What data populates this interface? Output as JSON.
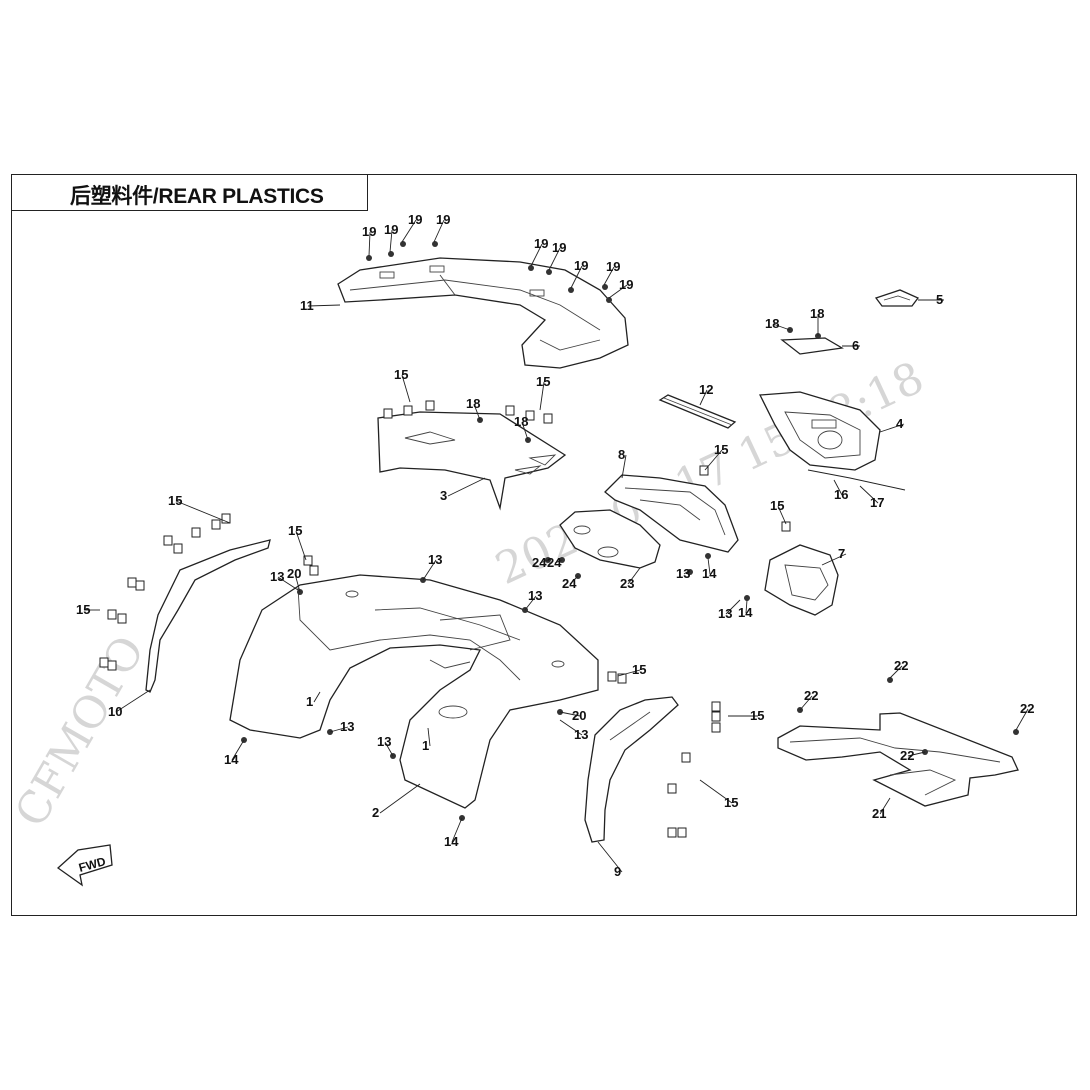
{
  "title": "后塑料件/REAR PLASTICS",
  "watermarks": {
    "brand": "CFMOTO",
    "timestamp": "2021-09-17 15:28:18"
  },
  "fwd_label": "FWD",
  "callouts": [
    {
      "id": "c1a",
      "label": "1"
    },
    {
      "id": "c1b",
      "label": "1"
    },
    {
      "id": "c2",
      "label": "2"
    },
    {
      "id": "c3",
      "label": "3"
    },
    {
      "id": "c4",
      "label": "4"
    },
    {
      "id": "c5",
      "label": "5"
    },
    {
      "id": "c6",
      "label": "6"
    },
    {
      "id": "c7",
      "label": "7"
    },
    {
      "id": "c8",
      "label": "8"
    },
    {
      "id": "c9",
      "label": "9"
    },
    {
      "id": "c10",
      "label": "10"
    },
    {
      "id": "c11",
      "label": "11"
    },
    {
      "id": "c12",
      "label": "12"
    },
    {
      "id": "c13a",
      "label": "13"
    },
    {
      "id": "c13b",
      "label": "13"
    },
    {
      "id": "c13c",
      "label": "13"
    },
    {
      "id": "c13d",
      "label": "13"
    },
    {
      "id": "c13e",
      "label": "13"
    },
    {
      "id": "c13f",
      "label": "13"
    },
    {
      "id": "c13g",
      "label": "13"
    },
    {
      "id": "c13h",
      "label": "13"
    },
    {
      "id": "c14a",
      "label": "14"
    },
    {
      "id": "c14b",
      "label": "14"
    },
    {
      "id": "c14c",
      "label": "14"
    },
    {
      "id": "c14d",
      "label": "14"
    },
    {
      "id": "c15a",
      "label": "15"
    },
    {
      "id": "c15b",
      "label": "15"
    },
    {
      "id": "c15c",
      "label": "15"
    },
    {
      "id": "c15d",
      "label": "15"
    },
    {
      "id": "c15e",
      "label": "15"
    },
    {
      "id": "c15f",
      "label": "15"
    },
    {
      "id": "c15g",
      "label": "15"
    },
    {
      "id": "c15h",
      "label": "15"
    },
    {
      "id": "c15i",
      "label": "15"
    },
    {
      "id": "c15j",
      "label": "15"
    },
    {
      "id": "c15k",
      "label": "15"
    },
    {
      "id": "c16",
      "label": "16"
    },
    {
      "id": "c17",
      "label": "17"
    },
    {
      "id": "c18a",
      "label": "18"
    },
    {
      "id": "c18b",
      "label": "18"
    },
    {
      "id": "c18c",
      "label": "18"
    },
    {
      "id": "c18d",
      "label": "18"
    },
    {
      "id": "c19a",
      "label": "19"
    },
    {
      "id": "c19b",
      "label": "19"
    },
    {
      "id": "c19c",
      "label": "19"
    },
    {
      "id": "c19d",
      "label": "19"
    },
    {
      "id": "c19e",
      "label": "19"
    },
    {
      "id": "c19f",
      "label": "19"
    },
    {
      "id": "c19g",
      "label": "19"
    },
    {
      "id": "c19h",
      "label": "19"
    },
    {
      "id": "c19i",
      "label": "19"
    },
    {
      "id": "c20a",
      "label": "20"
    },
    {
      "id": "c20b",
      "label": "20"
    },
    {
      "id": "c21",
      "label": "21"
    },
    {
      "id": "c22a",
      "label": "22"
    },
    {
      "id": "c22b",
      "label": "22"
    },
    {
      "id": "c22c",
      "label": "22"
    },
    {
      "id": "c22d",
      "label": "22"
    },
    {
      "id": "c23",
      "label": "23"
    },
    {
      "id": "c24a",
      "label": "24"
    },
    {
      "id": "c24b",
      "label": "24"
    },
    {
      "id": "c24c",
      "label": "24"
    }
  ]
}
